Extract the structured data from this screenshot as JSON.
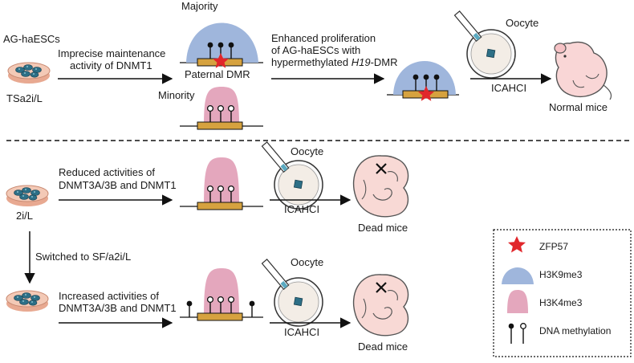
{
  "colors": {
    "h3k9me3": "#9fb6dc",
    "h3k4me3": "#e4a7bd",
    "dmr_bar": "#d6a23f",
    "star": "#e1262b",
    "dish": "#f3c9b6",
    "dish_rim": "#e8a991",
    "cell": "#2d6f86",
    "mouse": "#f8d9d5",
    "mouse_outline": "#555555"
  },
  "top": {
    "cell_line": "AG-haESCs",
    "dish_label": "TSa2i/L",
    "arrow1_line1": "Imprecise maintenance",
    "arrow1_line2": "activity of DNMT1",
    "majority": "Majority",
    "paternal_dmr": "Paternal DMR",
    "minority": "Minority",
    "arrow2_line1": "Enhanced proliferation",
    "arrow2_line2": "of AG-haESCs with",
    "arrow2_line3_pre": "hypermethylated ",
    "arrow2_line3_italic": "H19",
    "arrow2_line3_post": "-DMR",
    "oocyte": "Oocyte",
    "method": "ICAHCI",
    "outcome": "Normal mice"
  },
  "middle": {
    "dish_label": "2i/L",
    "arrow_line1": "Reduced activities of",
    "arrow_line2": "DNMT3A/3B and DNMT1",
    "oocyte": "Oocyte",
    "method": "ICAHCI",
    "outcome": "Dead mice"
  },
  "switch_label": "Switched to SF/a2i/L",
  "bottom": {
    "arrow_line1": "Increased activities of",
    "arrow_line2": "DNMT3A/3B and DNMT1",
    "oocyte": "Oocyte",
    "method": "ICAHCI",
    "outcome": "Dead mice"
  },
  "legend": {
    "items": [
      {
        "label": "ZFP57",
        "icon": "star-icon"
      },
      {
        "label": "H3K9me3",
        "icon": "dome-icon"
      },
      {
        "label": "H3K4me3",
        "icon": "peak-icon"
      },
      {
        "label": "DNA methylation",
        "icon": "lollipop-icon"
      }
    ]
  }
}
